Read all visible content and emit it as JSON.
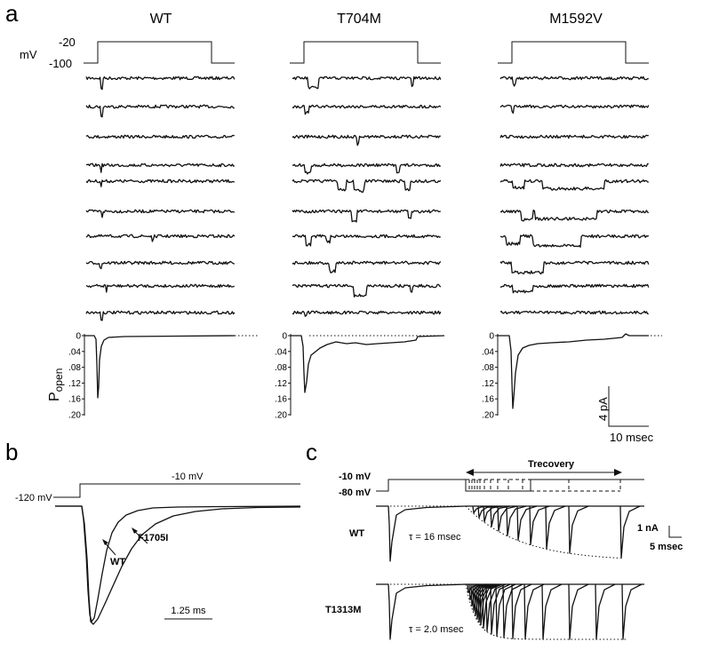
{
  "panel_a": {
    "label": "a",
    "columns": [
      "WT",
      "T704M",
      "M1592V"
    ],
    "voltage_unit": "mV",
    "v_high": "-20",
    "v_low": "-100",
    "popen_label_main": "P",
    "popen_label_sub": "open",
    "popen_ticks": [
      "0",
      ".04",
      ".08",
      ".12",
      ".16",
      ".20"
    ],
    "scale_current": "4 pA",
    "scale_time": "10 msec"
  },
  "panel_b": {
    "label": "b",
    "hold_label": "-120 mV",
    "step_label": "-10 mV",
    "trace_labels": [
      "WT",
      "F1705I"
    ],
    "scale_time": "1.25 ms"
  },
  "panel_c": {
    "label": "c",
    "step_label": "-10 mV",
    "hold_label": "-80 mV",
    "recovery_label": "Trecovery",
    "rows": [
      {
        "name": "WT",
        "tau": "τ = 16 msec"
      },
      {
        "name": "T1313M",
        "tau": "τ = 2.0 msec"
      }
    ],
    "scale_current": "1 nA",
    "scale_time": "5 msec"
  }
}
